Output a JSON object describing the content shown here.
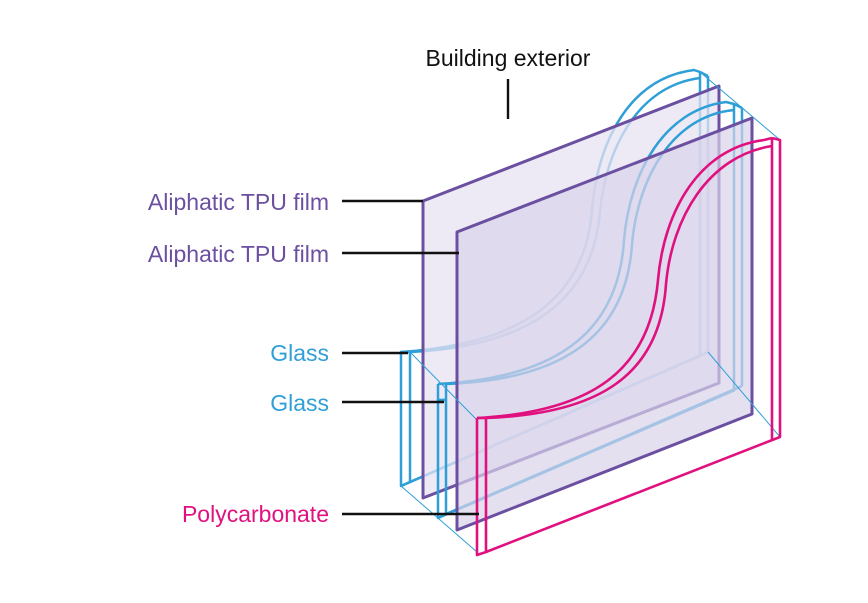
{
  "labels": {
    "top": "Building exterior",
    "tpu_film_1": "Aliphatic TPU film",
    "tpu_film_2": "Aliphatic TPU film",
    "glass_1": "Glass",
    "glass_2": "Glass",
    "polycarbonate": "Polycarbonate"
  },
  "colors": {
    "tpu": "#6b4fa0",
    "tpu_fill": "#d9d3ea",
    "glass": "#2f9fd8",
    "polycarbonate": "#e0117f",
    "leader": "#111111"
  }
}
